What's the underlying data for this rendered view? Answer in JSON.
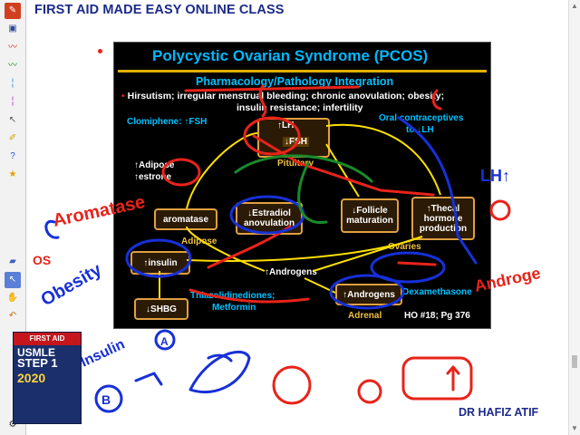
{
  "app": {
    "header_title": "FIRST AID MADE EASY ONLINE CLASS",
    "footer_author": "DR HAFIZ ATIF"
  },
  "toolbar": {
    "tools": [
      {
        "icon": "pen-tool-icon",
        "active": true
      },
      {
        "icon": "save-icon"
      },
      {
        "icon": "red-pen-icon"
      },
      {
        "icon": "green-pen-icon"
      },
      {
        "icon": "blue-pen-icon"
      },
      {
        "icon": "magenta-pen-icon"
      },
      {
        "icon": "cursor-icon"
      },
      {
        "icon": "highlighter-icon"
      },
      {
        "icon": "help-icon"
      },
      {
        "icon": "star-icon"
      },
      {
        "icon": "eraser-icon"
      },
      {
        "icon": "select-arrow-icon",
        "active": true
      },
      {
        "icon": "hand-icon"
      },
      {
        "icon": "undo-icon"
      },
      {
        "icon": "settings-icon"
      }
    ]
  },
  "slide": {
    "title": "Polycystic Ovarian Syndrome (PCOS)",
    "subtitle": "Pharmacology/Pathology Integration",
    "bullet_line1": "Hirsutism; irregular menstrual bleeding; chronic anovulation; obesity;",
    "bullet_line2": "insulin resistance; infertility",
    "clomiphene": "Clomiphene: ↑FSH",
    "oral_contraceptives_1": "Oral contraceptives",
    "oral_contraceptives_2": "to ↓LH",
    "lh": "↑LH",
    "fsh": "↓FSH",
    "pituitary": "Pituitary",
    "adipose_estrone_1": "↑Adipose",
    "adipose_estrone_2": "↑estrone",
    "aromatase": "aromatase",
    "adipose": "Adipose",
    "estradiol_1": "↓Estradiol",
    "estradiol_2": "anovulation",
    "follicle_1": "↓Follicle",
    "follicle_2": "maturation",
    "thecal_1": "↑Thecal",
    "thecal_2": "hormone",
    "thecal_3": "production",
    "ovaries": "Ovaries",
    "insulin": "↑insulin",
    "androgens": "↑Androgens",
    "shbg": "↓SHBG",
    "thiazolidinediones_1": "Thiazolidinediones;",
    "thiazolidinediones_2": "Metformin",
    "adrenal_androgens": "↑Androgens",
    "dexamethasone": "Dexamethasone",
    "adrenal": "Adrenal",
    "reference": "HO #18; Pg 376"
  },
  "book": {
    "top_label": "FIRST AID",
    "usmle": "USMLE",
    "step": "STEP 1",
    "year": "2020"
  },
  "annotations": {
    "aromatase": "Aromatase",
    "os": "OS",
    "obesity": "Obesity",
    "insulin": "Insulin",
    "lh": "LH↑",
    "androgen": "Androge",
    "letter_b": "B",
    "letter_a": "A"
  },
  "colors": {
    "header": "#1b2a8a",
    "slide_title": "#00b8ff",
    "slide_yellow": "#ffe000",
    "box_border": "#e0a040",
    "ink_red": "#e8231a",
    "ink_blue": "#1730d8",
    "ink_green": "#1a8a2a"
  }
}
